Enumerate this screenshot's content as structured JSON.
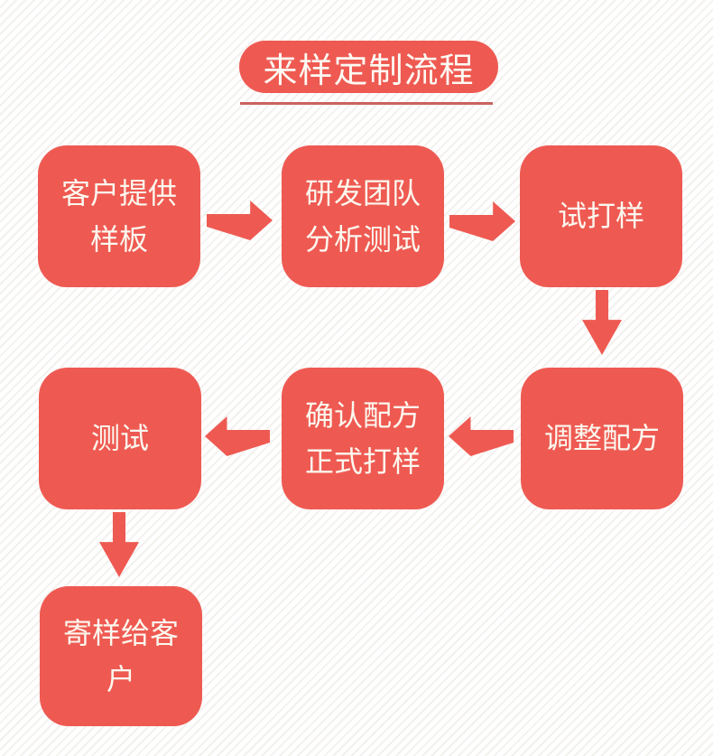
{
  "title": {
    "text": "来样定制流程"
  },
  "flow": {
    "nodes": [
      {
        "label": "客户提供\n样板"
      },
      {
        "label": "研发团队\n分析测试"
      },
      {
        "label": "试打样"
      },
      {
        "label": "调整配方"
      },
      {
        "label": "确认配方\n正式打样"
      },
      {
        "label": "测试"
      },
      {
        "label": "寄样给客\n户"
      }
    ],
    "edges": [
      {
        "from": "客户提供样板",
        "to": "研发团队分析测试",
        "direction": "right"
      },
      {
        "from": "研发团队分析测试",
        "to": "试打样",
        "direction": "right"
      },
      {
        "from": "试打样",
        "to": "调整配方",
        "direction": "down"
      },
      {
        "from": "调整配方",
        "to": "确认配方正式打样",
        "direction": "left"
      },
      {
        "from": "确认配方正式打样",
        "to": "测试",
        "direction": "left"
      },
      {
        "from": "测试",
        "to": "寄样给客户",
        "direction": "down"
      }
    ]
  },
  "colors": {
    "accent": "#ee5a52",
    "underline": "#c96360",
    "node_text": "#fcf8ef",
    "background": "#ffffff",
    "stripe": "#f3f1ee"
  }
}
